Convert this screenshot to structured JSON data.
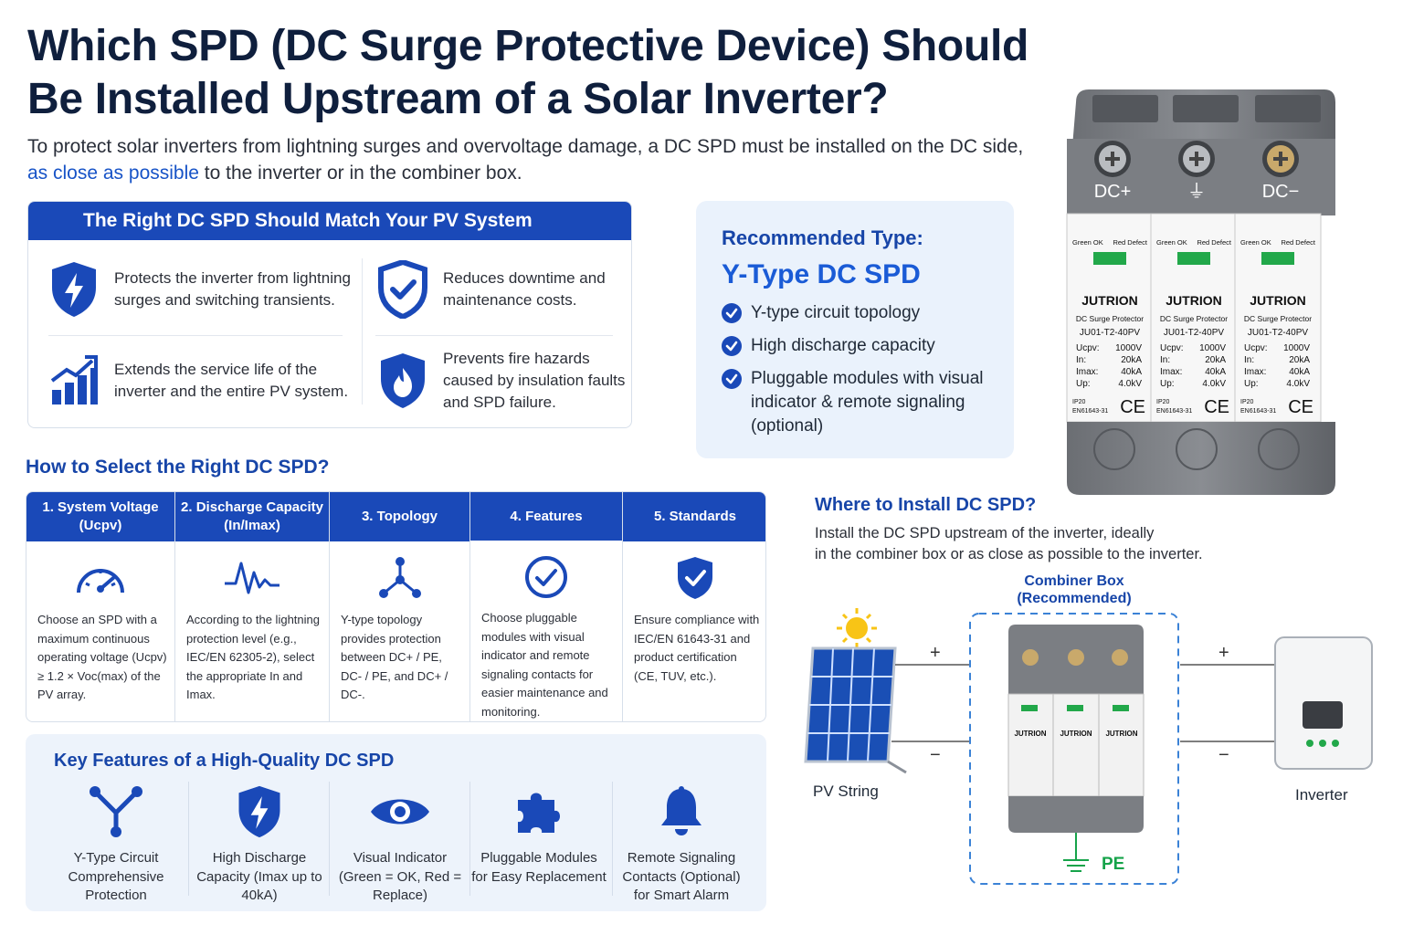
{
  "header": {
    "title": "Which SPD (DC Surge Protective Device) Should Be Installed Upstream of a Solar Inverter?",
    "intro_before": "To protect solar inverters from lightning surges and overvoltage damage, a DC SPD must be installed on the DC side, ",
    "intro_highlight": "as close as possible",
    "intro_after": " to the inverter or in the combiner box."
  },
  "match": {
    "heading": "The Right DC SPD Should Match Your PV System",
    "benefits": [
      {
        "icon": "lightning-shield-icon",
        "text": "Protects the inverter from lightning surges and switching transients."
      },
      {
        "icon": "check-shield-icon",
        "text": "Reduces downtime and maintenance costs."
      },
      {
        "icon": "growth-chart-icon",
        "text": "Extends the service life of the inverter and the entire PV system."
      },
      {
        "icon": "fire-shield-icon",
        "text": "Prevents fire hazards caused by insulation faults and SPD failure."
      }
    ]
  },
  "recommended": {
    "label": "Recommended Type:",
    "type": "Y-Type DC SPD",
    "items": [
      "Y-type circuit topology",
      "High discharge capacity",
      "Pluggable modules with visual indicator & remote signaling (optional)"
    ]
  },
  "product": {
    "terminals": [
      "DC+",
      "⏚",
      "DC−"
    ],
    "module": {
      "indicator_ok": "Green OK",
      "indicator_defect": "Red Defect",
      "brand": "JUTRION",
      "desc": "DC Surge Protector",
      "model": "JU01-T2-40PV",
      "specs": [
        {
          "k": "Ucpv:",
          "v": "1000V"
        },
        {
          "k": "In:",
          "v": "20kA"
        },
        {
          "k": "Imax:",
          "v": "40kA"
        },
        {
          "k": "Up:",
          "v": "4.0kV"
        }
      ],
      "ip": "IP20",
      "std": "EN61643-31",
      "ce": "CE"
    }
  },
  "select": {
    "heading": "How to Select the Right DC SPD?",
    "columns": [
      {
        "title": "1. System Voltage (Ucpv)",
        "icon": "gauge-icon",
        "text": "Choose an SPD with a maximum continuous operating voltage (Ucpv) ≥ 1.2 × Voc(max) of the PV array."
      },
      {
        "title": "2. Discharge Capacity (In/Imax)",
        "icon": "waveform-icon",
        "text": "According to the lightning protection level (e.g., IEC/EN 62305-2), select the appropriate In and Imax."
      },
      {
        "title": "3. Topology",
        "icon": "topology-icon",
        "text": "Y-type topology provides protection between DC+ / PE, DC- / PE, and DC+ / DC-."
      },
      {
        "title": "4. Features",
        "icon": "check-circle-icon",
        "text": "Choose pluggable modules with visual indicator and remote signaling contacts for easier maintenance and monitoring."
      },
      {
        "title": "5. Standards",
        "icon": "check-shield-icon",
        "text": "Ensure compliance with IEC/EN 61643-31 and product certification (CE, TUV, etc.)."
      }
    ]
  },
  "features": {
    "heading": "Key Features of a High-Quality DC SPD",
    "items": [
      {
        "icon": "y-circuit-icon",
        "text": "Y-Type Circuit Comprehensive Protection"
      },
      {
        "icon": "lightning-shield-icon",
        "text": "High Discharge Capacity (Imax up to 40kA)"
      },
      {
        "icon": "eye-icon",
        "text": "Visual Indicator (Green = OK, Red = Replace)"
      },
      {
        "icon": "puzzle-icon",
        "text": "Pluggable Modules for Easy Replacement"
      },
      {
        "icon": "bell-icon",
        "text": "Remote Signaling Contacts (Optional) for Smart Alarm"
      }
    ]
  },
  "where": {
    "heading": "Where to Install DC SPD?",
    "text_line1": "Install the DC SPD upstream of the inverter, ideally",
    "text_line2": "in the combiner box or as close as possible to the inverter.",
    "combiner_line1": "Combiner Box",
    "combiner_line2": "(Recommended)",
    "pv_label": "PV String",
    "inverter_label": "Inverter",
    "plus": "+",
    "minus": "−",
    "pe": "PE"
  },
  "colors": {
    "primary": "#1a49b8",
    "accent": "#1a5bd6",
    "panel": "#eaf2fc",
    "ok_green": "#22a84a",
    "pe_green": "#16a34a"
  }
}
